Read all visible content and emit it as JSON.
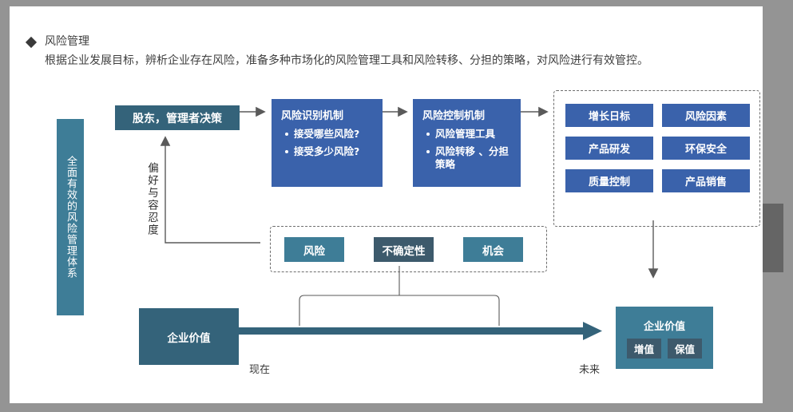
{
  "header": {
    "bullet_icon": "diamond-bullet-icon",
    "title": "风险管理",
    "description": "根据企业发展目标，辨析企业存在风险，准备多种市场化的风险管理工具和风险转移、分担的策略，对风险进行有效管控。"
  },
  "side_bar": {
    "label": "全面有效的风险管理体系"
  },
  "flow": {
    "decision_box": "股东，管理者决策",
    "feedback_label": "偏好与容忍度",
    "identify": {
      "title": "风险识别机制",
      "items": [
        "接受哪些风险?",
        "接受多少风险?"
      ]
    },
    "control": {
      "title": "风险控制机制",
      "items": [
        "风险管理工具",
        "风险转移 、分担策略"
      ]
    }
  },
  "objectives_grid": {
    "cells": [
      "增长日标",
      "风险因素",
      "产品研发",
      "环保安全",
      "质量控制",
      "产品销售"
    ]
  },
  "risk_row": {
    "chips": [
      {
        "label": "风险",
        "color": "#3e7d97"
      },
      {
        "label": "不确定性",
        "color": "#3d5a6c"
      },
      {
        "label": "机会",
        "color": "#3e7d97"
      }
    ]
  },
  "timeline": {
    "value_now": "企业价值",
    "value_future_title": "企业价值",
    "value_future_chips": [
      "增值",
      "保值"
    ],
    "label_now": "现在",
    "label_future": "未来"
  },
  "colors": {
    "teal_dark": "#34637a",
    "teal_mid": "#3e7d97",
    "blue": "#3a62ab",
    "slate": "#3d5a6c",
    "line": "#5a5a5a",
    "frame": "#949494",
    "scroll_thumb": "#656565"
  }
}
